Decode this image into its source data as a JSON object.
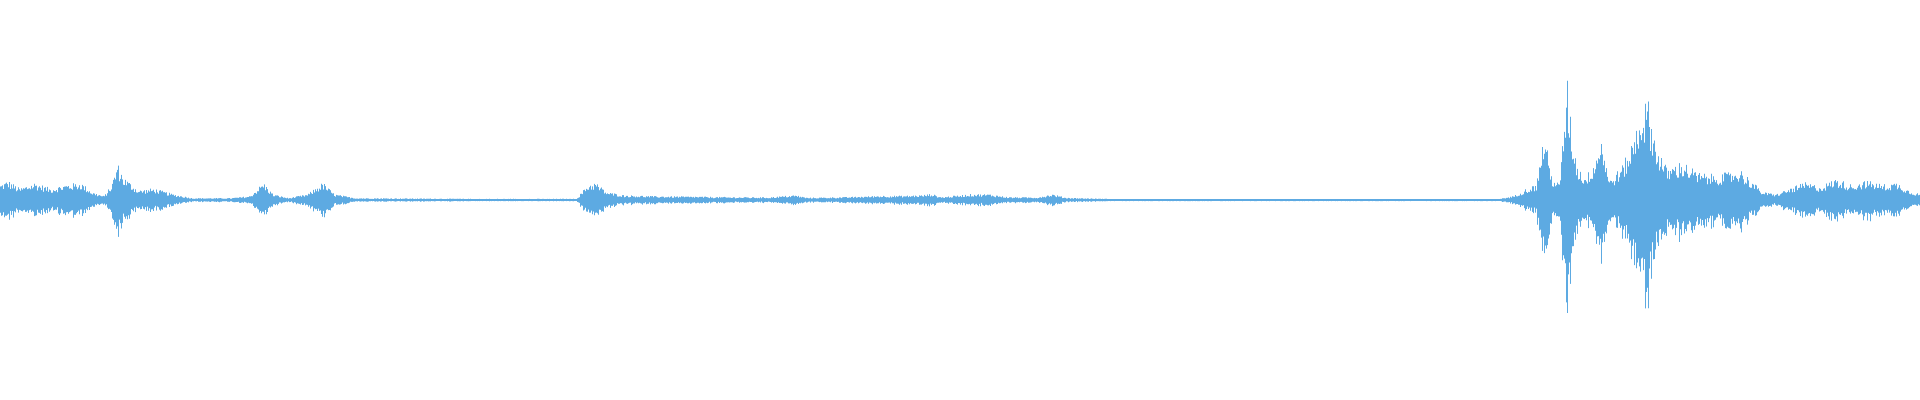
{
  "waveform": {
    "color": "#5DAAE2",
    "background": "#FFFFFF",
    "envelope": [
      [
        0.0,
        0.08
      ],
      [
        0.004,
        0.1
      ],
      [
        0.01,
        0.06
      ],
      [
        0.018,
        0.09
      ],
      [
        0.026,
        0.06
      ],
      [
        0.034,
        0.08
      ],
      [
        0.042,
        0.09
      ],
      [
        0.048,
        0.04
      ],
      [
        0.054,
        0.02
      ],
      [
        0.058,
        0.08
      ],
      [
        0.061,
        0.19
      ],
      [
        0.064,
        0.12
      ],
      [
        0.072,
        0.05
      ],
      [
        0.08,
        0.06
      ],
      [
        0.09,
        0.03
      ],
      [
        0.1,
        0.01
      ],
      [
        0.12,
        0.01
      ],
      [
        0.13,
        0.02
      ],
      [
        0.137,
        0.09
      ],
      [
        0.142,
        0.03
      ],
      [
        0.15,
        0.01
      ],
      [
        0.16,
        0.03
      ],
      [
        0.168,
        0.09
      ],
      [
        0.174,
        0.03
      ],
      [
        0.185,
        0.01
      ],
      [
        0.25,
        0.006
      ],
      [
        0.3,
        0.006
      ],
      [
        0.306,
        0.08
      ],
      [
        0.31,
        0.09
      ],
      [
        0.316,
        0.04
      ],
      [
        0.325,
        0.025
      ],
      [
        0.34,
        0.02
      ],
      [
        0.36,
        0.018
      ],
      [
        0.38,
        0.015
      ],
      [
        0.4,
        0.014
      ],
      [
        0.414,
        0.025
      ],
      [
        0.42,
        0.012
      ],
      [
        0.44,
        0.015
      ],
      [
        0.458,
        0.022
      ],
      [
        0.47,
        0.022
      ],
      [
        0.48,
        0.025
      ],
      [
        0.485,
        0.032
      ],
      [
        0.49,
        0.015
      ],
      [
        0.5,
        0.025
      ],
      [
        0.505,
        0.03
      ],
      [
        0.515,
        0.03
      ],
      [
        0.525,
        0.015
      ],
      [
        0.54,
        0.014
      ],
      [
        0.548,
        0.03
      ],
      [
        0.555,
        0.012
      ],
      [
        0.58,
        0.005
      ],
      [
        0.7,
        0.005
      ],
      [
        0.78,
        0.005
      ],
      [
        0.788,
        0.02
      ],
      [
        0.795,
        0.06
      ],
      [
        0.8,
        0.08
      ],
      [
        0.804,
        0.35
      ],
      [
        0.808,
        0.12
      ],
      [
        0.812,
        0.08
      ],
      [
        0.816,
        0.62
      ],
      [
        0.819,
        0.3
      ],
      [
        0.822,
        0.16
      ],
      [
        0.826,
        0.12
      ],
      [
        0.83,
        0.2
      ],
      [
        0.834,
        0.33
      ],
      [
        0.838,
        0.1
      ],
      [
        0.845,
        0.18
      ],
      [
        0.85,
        0.3
      ],
      [
        0.854,
        0.46
      ],
      [
        0.858,
        0.52
      ],
      [
        0.862,
        0.3
      ],
      [
        0.868,
        0.16
      ],
      [
        0.876,
        0.2
      ],
      [
        0.884,
        0.14
      ],
      [
        0.892,
        0.13
      ],
      [
        0.9,
        0.14
      ],
      [
        0.906,
        0.16
      ],
      [
        0.912,
        0.1
      ],
      [
        0.918,
        0.04
      ],
      [
        0.925,
        0.03
      ],
      [
        0.932,
        0.06
      ],
      [
        0.94,
        0.09
      ],
      [
        0.948,
        0.07
      ],
      [
        0.956,
        0.11
      ],
      [
        0.964,
        0.08
      ],
      [
        0.972,
        0.1
      ],
      [
        0.98,
        0.08
      ],
      [
        0.988,
        0.09
      ],
      [
        0.994,
        0.05
      ],
      [
        1.0,
        0.03
      ]
    ]
  }
}
